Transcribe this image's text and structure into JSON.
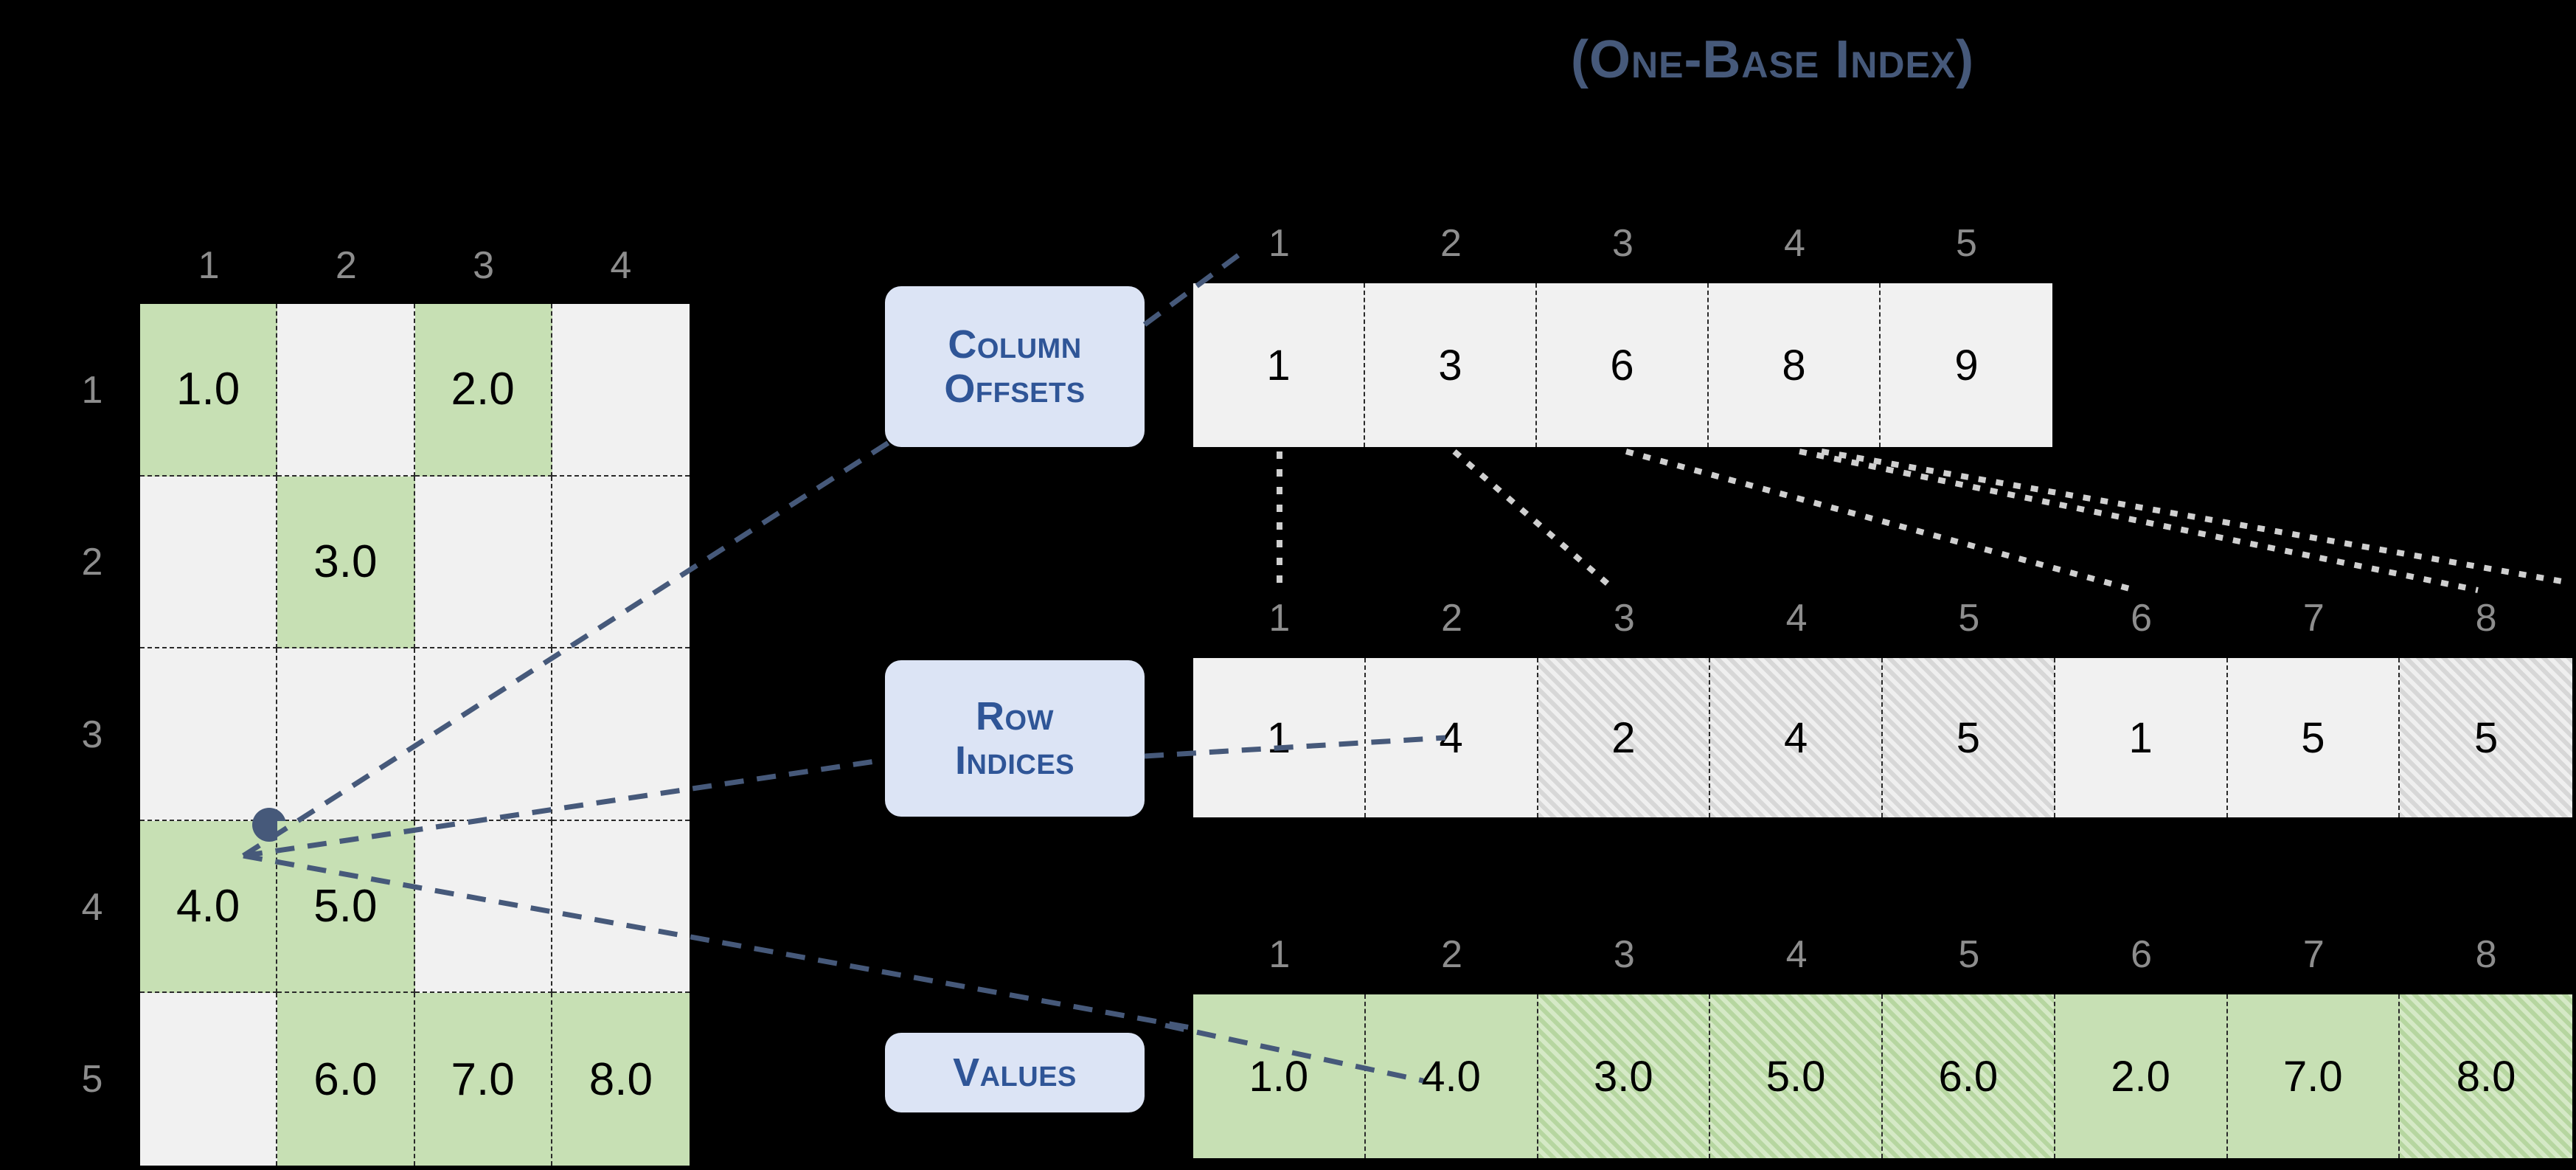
{
  "title": "(One-Base Index)",
  "matrix": {
    "col_labels": [
      "1",
      "2",
      "3",
      "4"
    ],
    "row_labels": [
      "1",
      "2",
      "3",
      "4",
      "5"
    ],
    "rows": [
      [
        {
          "v": "1.0",
          "nz": true
        },
        {
          "v": "",
          "nz": false
        },
        {
          "v": "2.0",
          "nz": true
        },
        {
          "v": "",
          "nz": false
        }
      ],
      [
        {
          "v": "",
          "nz": false
        },
        {
          "v": "3.0",
          "nz": true
        },
        {
          "v": "",
          "nz": false
        },
        {
          "v": "",
          "nz": false
        }
      ],
      [
        {
          "v": "",
          "nz": false
        },
        {
          "v": "",
          "nz": false
        },
        {
          "v": "",
          "nz": false
        },
        {
          "v": "",
          "nz": false
        }
      ],
      [
        {
          "v": "4.0",
          "nz": true
        },
        {
          "v": "5.0",
          "nz": true
        },
        {
          "v": "",
          "nz": false
        },
        {
          "v": "",
          "nz": false
        }
      ],
      [
        {
          "v": "",
          "nz": false
        },
        {
          "v": "6.0",
          "nz": true
        },
        {
          "v": "7.0",
          "nz": true
        },
        {
          "v": "8.0",
          "nz": true
        }
      ]
    ],
    "marker": {
      "row": 4,
      "col": 1
    }
  },
  "arrays": {
    "column_offsets": {
      "label_line1": "Column",
      "label_line2": "Offsets",
      "indices": [
        "1",
        "2",
        "3",
        "4",
        "5"
      ],
      "values": [
        "1",
        "3",
        "6",
        "8",
        "9"
      ],
      "hatched": [
        false,
        false,
        false,
        false,
        false
      ]
    },
    "row_indices": {
      "label_line1": "Row",
      "label_line2": "Indices",
      "indices": [
        "1",
        "2",
        "3",
        "4",
        "5",
        "6",
        "7",
        "8"
      ],
      "values": [
        "1",
        "4",
        "2",
        "4",
        "5",
        "1",
        "5",
        "5"
      ],
      "hatched": [
        false,
        false,
        true,
        true,
        true,
        false,
        false,
        true
      ]
    },
    "values": {
      "label_line1": "Values",
      "label_line2": "",
      "indices": [
        "1",
        "2",
        "3",
        "4",
        "5",
        "6",
        "7",
        "8"
      ],
      "values": [
        "1.0",
        "4.0",
        "3.0",
        "5.0",
        "6.0",
        "2.0",
        "7.0",
        "8.0"
      ],
      "hatched": [
        false,
        false,
        true,
        true,
        true,
        false,
        false,
        true
      ]
    }
  },
  "colors": {
    "title": "#46597a",
    "pill_bg": "#dce4f5",
    "pill_text": "#2f5597",
    "nonzero": "#c7e0b4",
    "zero": "#f1f1f1",
    "index_label": "#8d8d8d",
    "link_blue": "#46597a",
    "link_dotted": "#d0d0d0",
    "background": "#000000"
  },
  "chart_data": {
    "type": "table",
    "title": "Compressed Sparse Column (CSC) representation, one-base index",
    "matrix_shape": [
      5,
      4
    ],
    "dense_matrix": [
      [
        1.0,
        0,
        2.0,
        0
      ],
      [
        0,
        3.0,
        0,
        0
      ],
      [
        0,
        0,
        0,
        0
      ],
      [
        4.0,
        5.0,
        0,
        0
      ],
      [
        0,
        6.0,
        7.0,
        8.0
      ]
    ],
    "column_offsets": [
      1,
      3,
      6,
      8,
      9
    ],
    "row_indices": [
      1,
      4,
      2,
      4,
      5,
      1,
      5,
      5
    ],
    "values": [
      1.0,
      4.0,
      3.0,
      5.0,
      6.0,
      2.0,
      7.0,
      8.0
    ],
    "highlighted_element": {
      "row": 4,
      "col": 1,
      "value": 4.0,
      "storage_index": 2
    }
  }
}
